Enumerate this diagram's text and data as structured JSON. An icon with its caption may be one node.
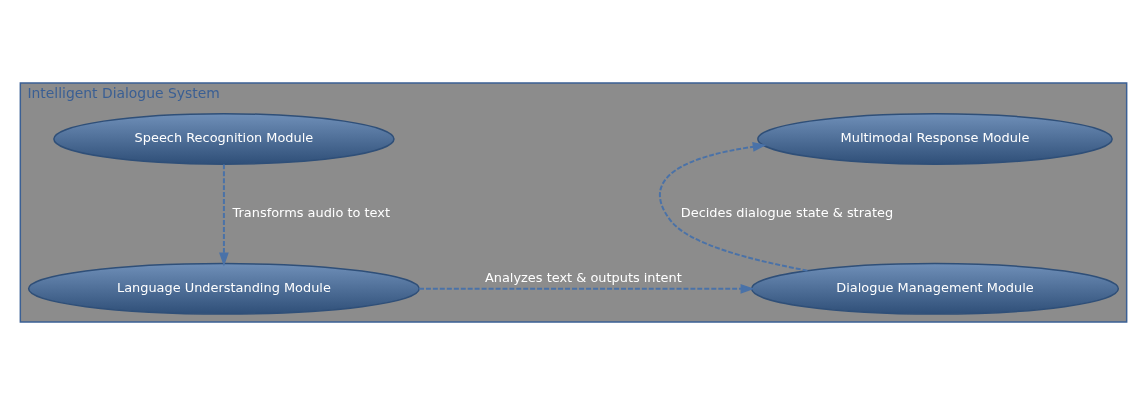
{
  "diagram": {
    "nodes": [
      {
        "text": [
          "Intelligent Dialogue System"
        ]
      },
      {
        "text": [
          "Speech Recognition Module"
        ],
        "in": 0
      },
      {
        "text": [
          "Multimodal Response Module"
        ],
        "in": 0
      },
      {
        "text": [
          "Language Understanding Module"
        ],
        "in": 0
      },
      {
        "text": [
          "Dialogue Management Module"
        ],
        "in": 0
      }
    ],
    "edges": [
      {
        "from": 1,
        "to": 3,
        "arrow": "to",
        "label": "Transforms audio to text",
        "style": "dashed"
      },
      {
        "from": 3,
        "to": 4,
        "arrow": "to",
        "label": "Analyzes text & outputs intent",
        "style": "dashed"
      },
      {
        "from": 4,
        "to": 2,
        "arrow": "to",
        "label": "Decides dialogue state & strateg",
        "style": "dashed"
      }
    ]
  }
}
